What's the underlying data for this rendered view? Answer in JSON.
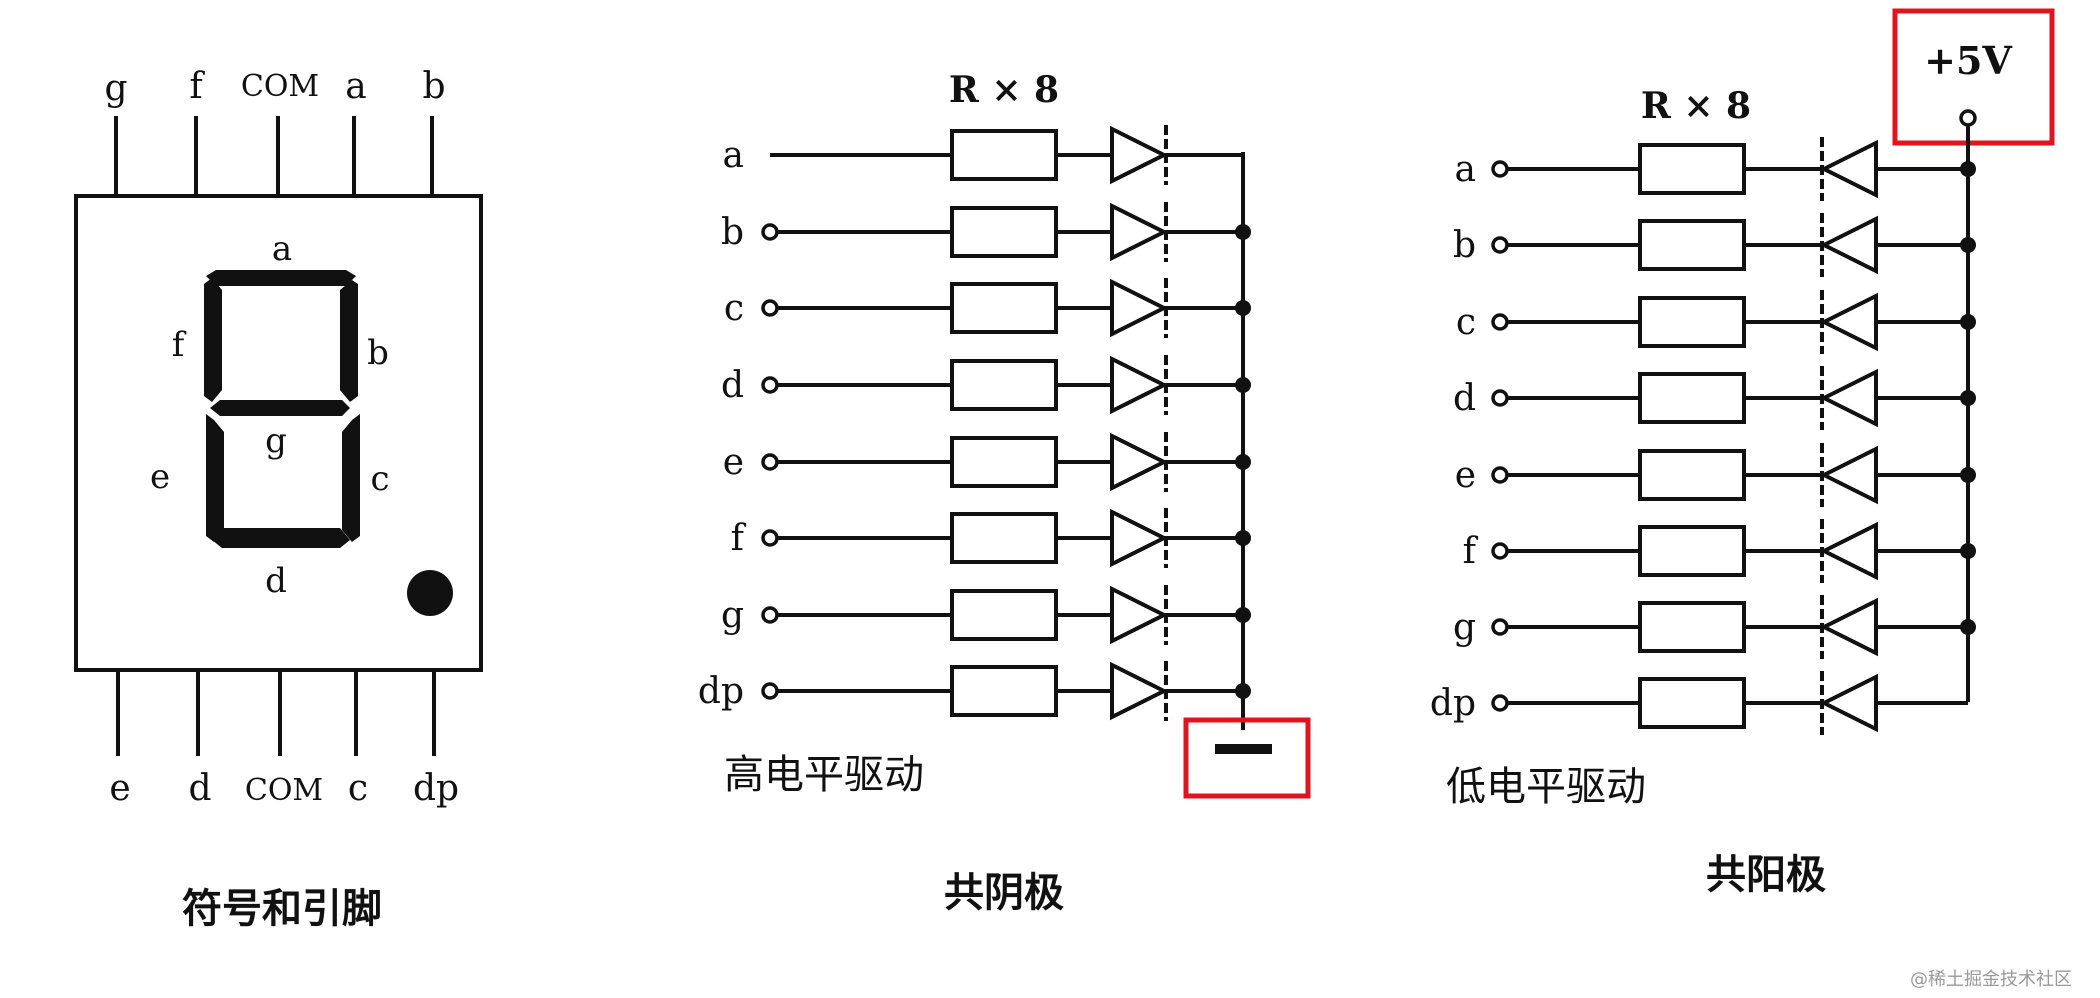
{
  "display": {
    "top_pins": [
      "g",
      "f",
      "COM",
      "a",
      "b"
    ],
    "bottom_pins": [
      "e",
      "d",
      "COM",
      "c",
      "dp"
    ],
    "segment_labels": {
      "a": "a",
      "b": "b",
      "c": "c",
      "d": "d",
      "e": "e",
      "f": "f",
      "g": "g"
    },
    "caption": "符号和引脚"
  },
  "common_cathode": {
    "resistor_label": "R × 8",
    "inputs": [
      "a",
      "b",
      "c",
      "d",
      "e",
      "f",
      "g",
      "dp"
    ],
    "drive_label": "高电平驱动",
    "caption": "共阴极"
  },
  "common_anode": {
    "resistor_label": "R × 8",
    "supply_label": "+5V",
    "inputs": [
      "a",
      "b",
      "c",
      "d",
      "e",
      "f",
      "g",
      "dp"
    ],
    "drive_label": "低电平驱动",
    "caption": "共阳极"
  },
  "highlight_color": "#e0141e",
  "watermark": "@稀土掘金技术社区"
}
